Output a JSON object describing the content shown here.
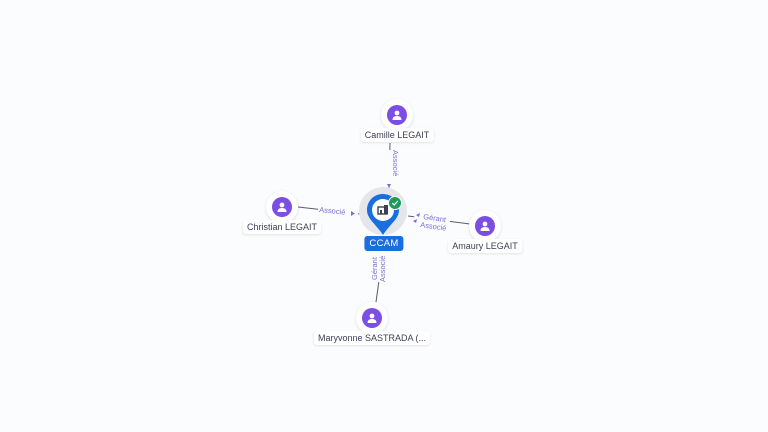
{
  "colors": {
    "background": "#fafcfe",
    "company_blue": "#1a6fe0",
    "person_purple": "#7c4ee4",
    "verified_green": "#1e9a5a",
    "edge_label": "#7b6fd6"
  },
  "company": {
    "label": "CCAM",
    "icon": "building-icon",
    "badge_icon": "check-icon",
    "verified": true
  },
  "persons": [
    {
      "id": "camille",
      "name": "Camille LEGAIT",
      "icon": "person-icon"
    },
    {
      "id": "christian",
      "name": "Christian LEGAIT",
      "icon": "person-icon"
    },
    {
      "id": "amaury",
      "name": "Amaury LEGAIT",
      "icon": "person-icon"
    },
    {
      "id": "maryvonne",
      "name": "Maryvonne SASTRADA (...",
      "icon": "person-icon"
    }
  ],
  "edges": [
    {
      "from": "camille",
      "to": "CCAM",
      "roles": [
        "Associé"
      ]
    },
    {
      "from": "christian",
      "to": "CCAM",
      "roles": [
        "Associé"
      ]
    },
    {
      "from": "amaury",
      "to": "CCAM",
      "roles": [
        "Gérant",
        "Associé"
      ]
    },
    {
      "from": "maryvonne",
      "to": "CCAM",
      "roles": [
        "Gérant",
        "Associé"
      ]
    }
  ]
}
